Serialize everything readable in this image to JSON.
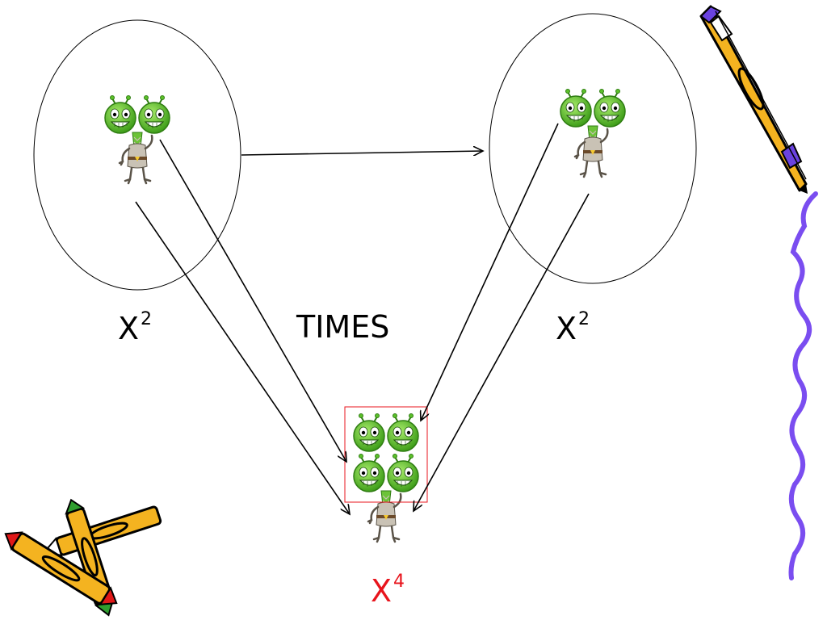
{
  "labels": {
    "left": {
      "base": "X",
      "exp": "2"
    },
    "operator": "TIMES",
    "right": {
      "base": "X",
      "exp": "2"
    },
    "result": {
      "base": "X",
      "exp": "4"
    }
  },
  "colors": {
    "result_text": "#e8141c",
    "result_box": "#e8141c",
    "alien_green": "#5cc02a",
    "alien_body": "#c9c2b5",
    "squiggle": "#7a4df0",
    "crayon_yellow": "#f4b320",
    "crayon_purple": "#6a42e0",
    "crayon_green": "#2f9e2f",
    "crayon_red": "#e01818"
  }
}
